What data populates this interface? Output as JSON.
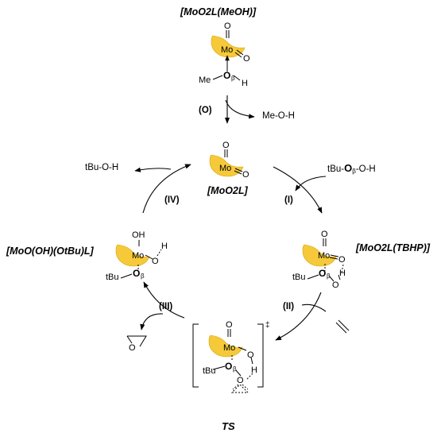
{
  "titles": {
    "top": "[MoO2L(MeOH)]",
    "center": "[MoO2L]",
    "right": "[MoO2L(TBHP)]",
    "left": "[MoO(OH)(OtBu)L]",
    "ts": "TS",
    "ts_symbol": "‡"
  },
  "steps": {
    "o": "(O)",
    "i": "(I)",
    "ii": "(II)",
    "iii": "(III)",
    "iv": "(IV)"
  },
  "side_products": {
    "meoh": "Me-O-H",
    "tbuoh": "tBu-O-H"
  },
  "reagent": {
    "tbhp_prefix": "tBu-",
    "tbhp_o": "O",
    "tbhp_beta": "β",
    "tbhp_suffix": "-O-H"
  },
  "atoms": {
    "mo": "Mo",
    "o": "O",
    "h": "H",
    "oh": "OH",
    "me": "Me",
    "tbu": "tBu",
    "beta": "β"
  },
  "colors": {
    "ligand_fill": "#f5c93a",
    "ligand_edge": "#d9a80f",
    "ink": "#000000"
  }
}
